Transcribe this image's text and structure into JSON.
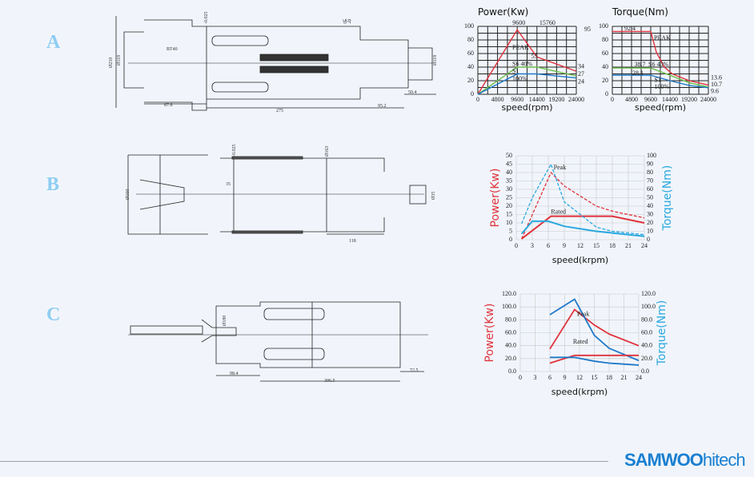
{
  "sections": [
    {
      "label": "A"
    },
    {
      "label": "B"
    },
    {
      "label": "C"
    }
  ],
  "drawings": {
    "a": {
      "dims": [
        "Ø210",
        "Ø118",
        "BT40",
        "냉각",
        "87.8",
        "275",
        "95.2",
        "50.4",
        "Ø118",
        "-0.025"
      ]
    },
    "b": {
      "dims": [
        "Ø160",
        "Ø35",
        "118",
        "-0.025",
        "Ø163",
        "35"
      ]
    },
    "c": {
      "dims": [
        "98.4",
        "306.5",
        "72.5",
        "Ø180"
      ]
    }
  },
  "logo": {
    "brand": "SAMWOO",
    "suffix": "hitech"
  },
  "colors": {
    "red": "#e0323c",
    "green": "#6cbf4a",
    "blue": "#1f78c8",
    "cyan": "#2aa8df",
    "grid": "#222222",
    "lightgrid": "#c8c8c8"
  },
  "chart_data": [
    {
      "id": "a-power",
      "type": "line",
      "title": "Power(Kw)",
      "xlabel": "speed(rpm)",
      "ylabel": "",
      "xlim": [
        0,
        24000
      ],
      "ylim": [
        0,
        100
      ],
      "xticks": [
        0,
        4800,
        9600,
        14400,
        19200,
        24000
      ],
      "yticks": [
        0,
        20,
        40,
        60,
        80,
        100
      ],
      "grid": true,
      "series": [
        {
          "name": "PEAK",
          "color": "red",
          "x": [
            0,
            9600,
            14400,
            24000
          ],
          "y": [
            0,
            95,
            55,
            34
          ]
        },
        {
          "name": "S6 40%",
          "color": "green",
          "x": [
            0,
            9600,
            14400,
            24000
          ],
          "y": [
            0,
            40,
            40,
            27
          ]
        },
        {
          "name": "S1 100%",
          "color": "blue",
          "x": [
            0,
            9600,
            14400,
            24000
          ],
          "y": [
            0,
            30,
            30,
            24
          ]
        }
      ],
      "annotations": [
        "9600",
        "15760",
        "95",
        "PEAK",
        "55",
        "S6 40%",
        "S1",
        "100%",
        "34",
        "27",
        "24"
      ]
    },
    {
      "id": "a-torque",
      "type": "line",
      "title": "Torque(Nm)",
      "xlabel": "speed(rpm)",
      "ylabel": "",
      "xlim": [
        0,
        24000
      ],
      "ylim": [
        0,
        100
      ],
      "xticks": [
        0,
        4800,
        9600,
        14400,
        19200,
        24000
      ],
      "yticks": [
        0,
        20,
        40,
        60,
        80,
        100
      ],
      "grid": true,
      "series": [
        {
          "name": "PEAK",
          "color": "red",
          "x": [
            0,
            9600,
            11000,
            13000,
            15000,
            19200,
            24000
          ],
          "y": [
            92.4,
            92.4,
            62,
            40,
            30,
            20,
            13.6
          ]
        },
        {
          "name": "S6 40%",
          "color": "green",
          "x": [
            0,
            9600,
            14400,
            19200,
            24000
          ],
          "y": [
            38.7,
            38.7,
            28,
            17,
            10.7
          ]
        },
        {
          "name": "S1 100%",
          "color": "blue",
          "x": [
            0,
            9600,
            14400,
            19200,
            24000
          ],
          "y": [
            28.1,
            28.1,
            20,
            13,
            9.6
          ]
        }
      ],
      "annotations": [
        "92.4",
        "PEAK",
        "38.7",
        "S6 40%",
        "28.1",
        "S1",
        "100%",
        "13.6",
        "10.7",
        "9.6"
      ]
    },
    {
      "id": "b",
      "type": "line",
      "title": "",
      "xlabel": "speed(krpm)",
      "ylabel": "Power(Kw)",
      "y2label": "Torque(Nm)",
      "xlim": [
        0,
        24
      ],
      "ylim": [
        0,
        50
      ],
      "y2lim": [
        0,
        100
      ],
      "xticks": [
        0,
        3,
        6,
        9,
        12,
        15,
        18,
        21,
        24
      ],
      "yticks": [
        0,
        5,
        10,
        15,
        20,
        25,
        30,
        35,
        40,
        45,
        50
      ],
      "y2ticks": [
        0,
        10,
        20,
        30,
        40,
        50,
        60,
        70,
        80,
        90,
        100
      ],
      "grid": true,
      "series": [
        {
          "name": "Power Peak",
          "color": "red",
          "dash": true,
          "axis": "y",
          "x": [
            1,
            6.5,
            9,
            15,
            18,
            24
          ],
          "y": [
            0.5,
            40,
            32,
            20,
            17,
            13
          ]
        },
        {
          "name": "Power Rated",
          "color": "red",
          "axis": "y",
          "x": [
            1,
            6.5,
            18,
            24
          ],
          "y": [
            0.5,
            14,
            14,
            10
          ]
        },
        {
          "name": "Torque Peak",
          "color": "cyan",
          "dash": true,
          "axis": "y2",
          "x": [
            1,
            3,
            6.5,
            9,
            15,
            18,
            24
          ],
          "y": [
            19,
            50,
            90,
            45,
            15,
            10,
            6
          ]
        },
        {
          "name": "Torque Rated",
          "color": "cyan",
          "axis": "y2",
          "x": [
            1,
            3,
            6,
            9,
            15,
            18,
            24
          ],
          "y": [
            7,
            22,
            22,
            16,
            10,
            8,
            4
          ]
        }
      ],
      "annotations": [
        "Peak",
        "Rated"
      ]
    },
    {
      "id": "c",
      "type": "line",
      "title": "",
      "xlabel": "speed(krpm)",
      "ylabel": "Power(Kw)",
      "y2label": "Torque(Nm)",
      "xlim": [
        0,
        24
      ],
      "ylim": [
        0,
        120
      ],
      "y2lim": [
        0,
        120
      ],
      "xticks": [
        0,
        3,
        6,
        9,
        12,
        15,
        18,
        21,
        24
      ],
      "yticks": [
        "0.0",
        "20.0",
        "40.0",
        "60.0",
        "80.0",
        "100.0",
        "120.0"
      ],
      "y2ticks": [
        "0.0",
        "20.0",
        "40.0",
        "60.0",
        "80.0",
        "100.0",
        "120.0"
      ],
      "grid": true,
      "series": [
        {
          "name": "Power Peak",
          "color": "red",
          "axis": "y",
          "x": [
            6,
            11,
            15,
            18,
            24
          ],
          "y": [
            35,
            96,
            72,
            58,
            40
          ]
        },
        {
          "name": "Torque Peak",
          "color": "blue",
          "axis": "y2",
          "x": [
            6,
            11,
            15,
            18,
            24
          ],
          "y": [
            88,
            112,
            56,
            36,
            17
          ]
        },
        {
          "name": "Power Rated",
          "color": "red",
          "axis": "y",
          "x": [
            6,
            11,
            24
          ],
          "y": [
            13,
            25,
            25
          ]
        },
        {
          "name": "Torque Rated",
          "color": "blue",
          "axis": "y2",
          "x": [
            6,
            11,
            15,
            18,
            24
          ],
          "y": [
            22,
            22,
            16,
            13,
            10
          ]
        }
      ],
      "annotations": [
        "Peak",
        "Rated"
      ]
    }
  ]
}
